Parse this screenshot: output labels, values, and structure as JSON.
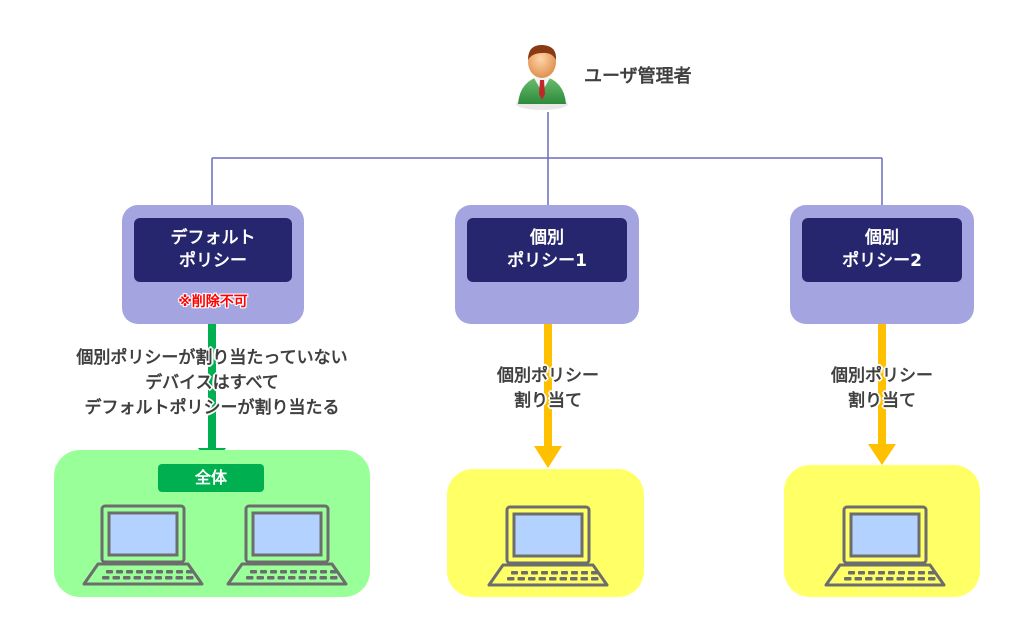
{
  "admin": {
    "icon": "user-admin-icon",
    "label": "ユーザ管理者"
  },
  "policies": [
    {
      "title_line1": "デフォルト",
      "title_line2": "ポリシー",
      "note": "※削除不可",
      "arrow_color": "#00b050",
      "caption_lines": [
        "個別ポリシーが割り当たっていない",
        "デバイスはすべて",
        "デフォルトポリシーが割り当たる"
      ],
      "group": {
        "badge": "全体",
        "color": "#99ff99",
        "device_count": 2
      }
    },
    {
      "title_line1": "個別",
      "title_line2": "ポリシー1",
      "note": "",
      "arrow_color": "#ffc000",
      "caption_lines": [
        "個別ポリシー",
        "割り当て"
      ],
      "group": {
        "badge": "",
        "color": "#ffff66",
        "device_count": 1
      }
    },
    {
      "title_line1": "個別",
      "title_line2": "ポリシー2",
      "note": "",
      "arrow_color": "#ffc000",
      "caption_lines": [
        "個別ポリシー",
        "割り当て"
      ],
      "group": {
        "badge": "",
        "color": "#ffff66",
        "device_count": 1
      }
    }
  ],
  "colors": {
    "connector": "#6666bb",
    "card_bg": "#a4a4e0",
    "card_title_bg": "#26266e",
    "warning": "#ff0000",
    "laptop_outline": "#6d6d6d",
    "laptop_screen": "#b4d2ff"
  }
}
